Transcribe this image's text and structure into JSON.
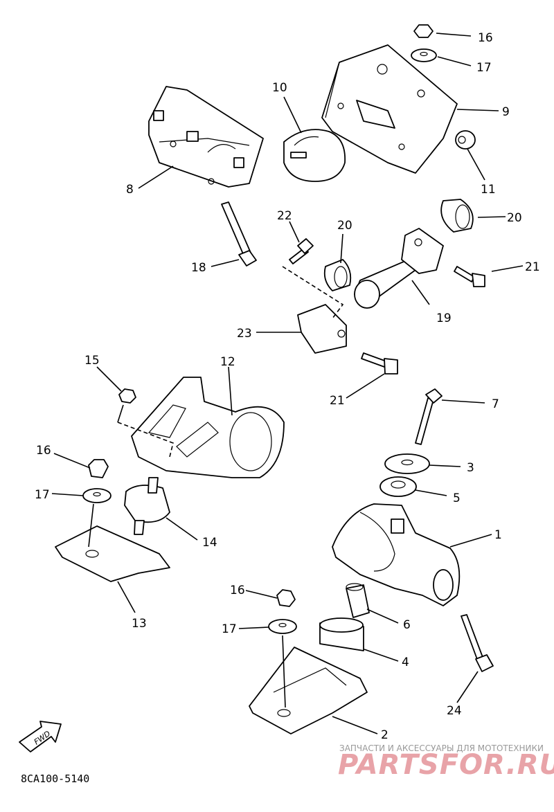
{
  "diagram": {
    "parts": [
      {
        "id": "p1",
        "label": "1"
      },
      {
        "id": "p2",
        "label": "2"
      },
      {
        "id": "p3",
        "label": "3"
      },
      {
        "id": "p4",
        "label": "4"
      },
      {
        "id": "p5",
        "label": "5"
      },
      {
        "id": "p6",
        "label": "6"
      },
      {
        "id": "p7",
        "label": "7"
      },
      {
        "id": "p8",
        "label": "8"
      },
      {
        "id": "p9",
        "label": "9"
      },
      {
        "id": "p10",
        "label": "10"
      },
      {
        "id": "p11",
        "label": "11"
      },
      {
        "id": "p12",
        "label": "12"
      },
      {
        "id": "p13",
        "label": "13"
      },
      {
        "id": "p14",
        "label": "14"
      },
      {
        "id": "p15",
        "label": "15"
      },
      {
        "id": "p16a",
        "label": "16"
      },
      {
        "id": "p16b",
        "label": "16"
      },
      {
        "id": "p16c",
        "label": "16"
      },
      {
        "id": "p17a",
        "label": "17"
      },
      {
        "id": "p17b",
        "label": "17"
      },
      {
        "id": "p17c",
        "label": "17"
      },
      {
        "id": "p18",
        "label": "18"
      },
      {
        "id": "p19",
        "label": "19"
      },
      {
        "id": "p20a",
        "label": "20"
      },
      {
        "id": "p20b",
        "label": "20"
      },
      {
        "id": "p21a",
        "label": "21"
      },
      {
        "id": "p21b",
        "label": "21"
      },
      {
        "id": "p22",
        "label": "22"
      },
      {
        "id": "p23",
        "label": "23"
      },
      {
        "id": "p24",
        "label": "24"
      }
    ],
    "fwd_label": "FWD",
    "code": "8CA100-5140"
  },
  "watermark": {
    "top_text": "ЗАПЧАСТИ И АКСЕССУАРЫ ДЛЯ МОТОТЕХНИКИ",
    "brand": "PARTSFOR.RU",
    "brand_color": "#e8a3a8"
  }
}
